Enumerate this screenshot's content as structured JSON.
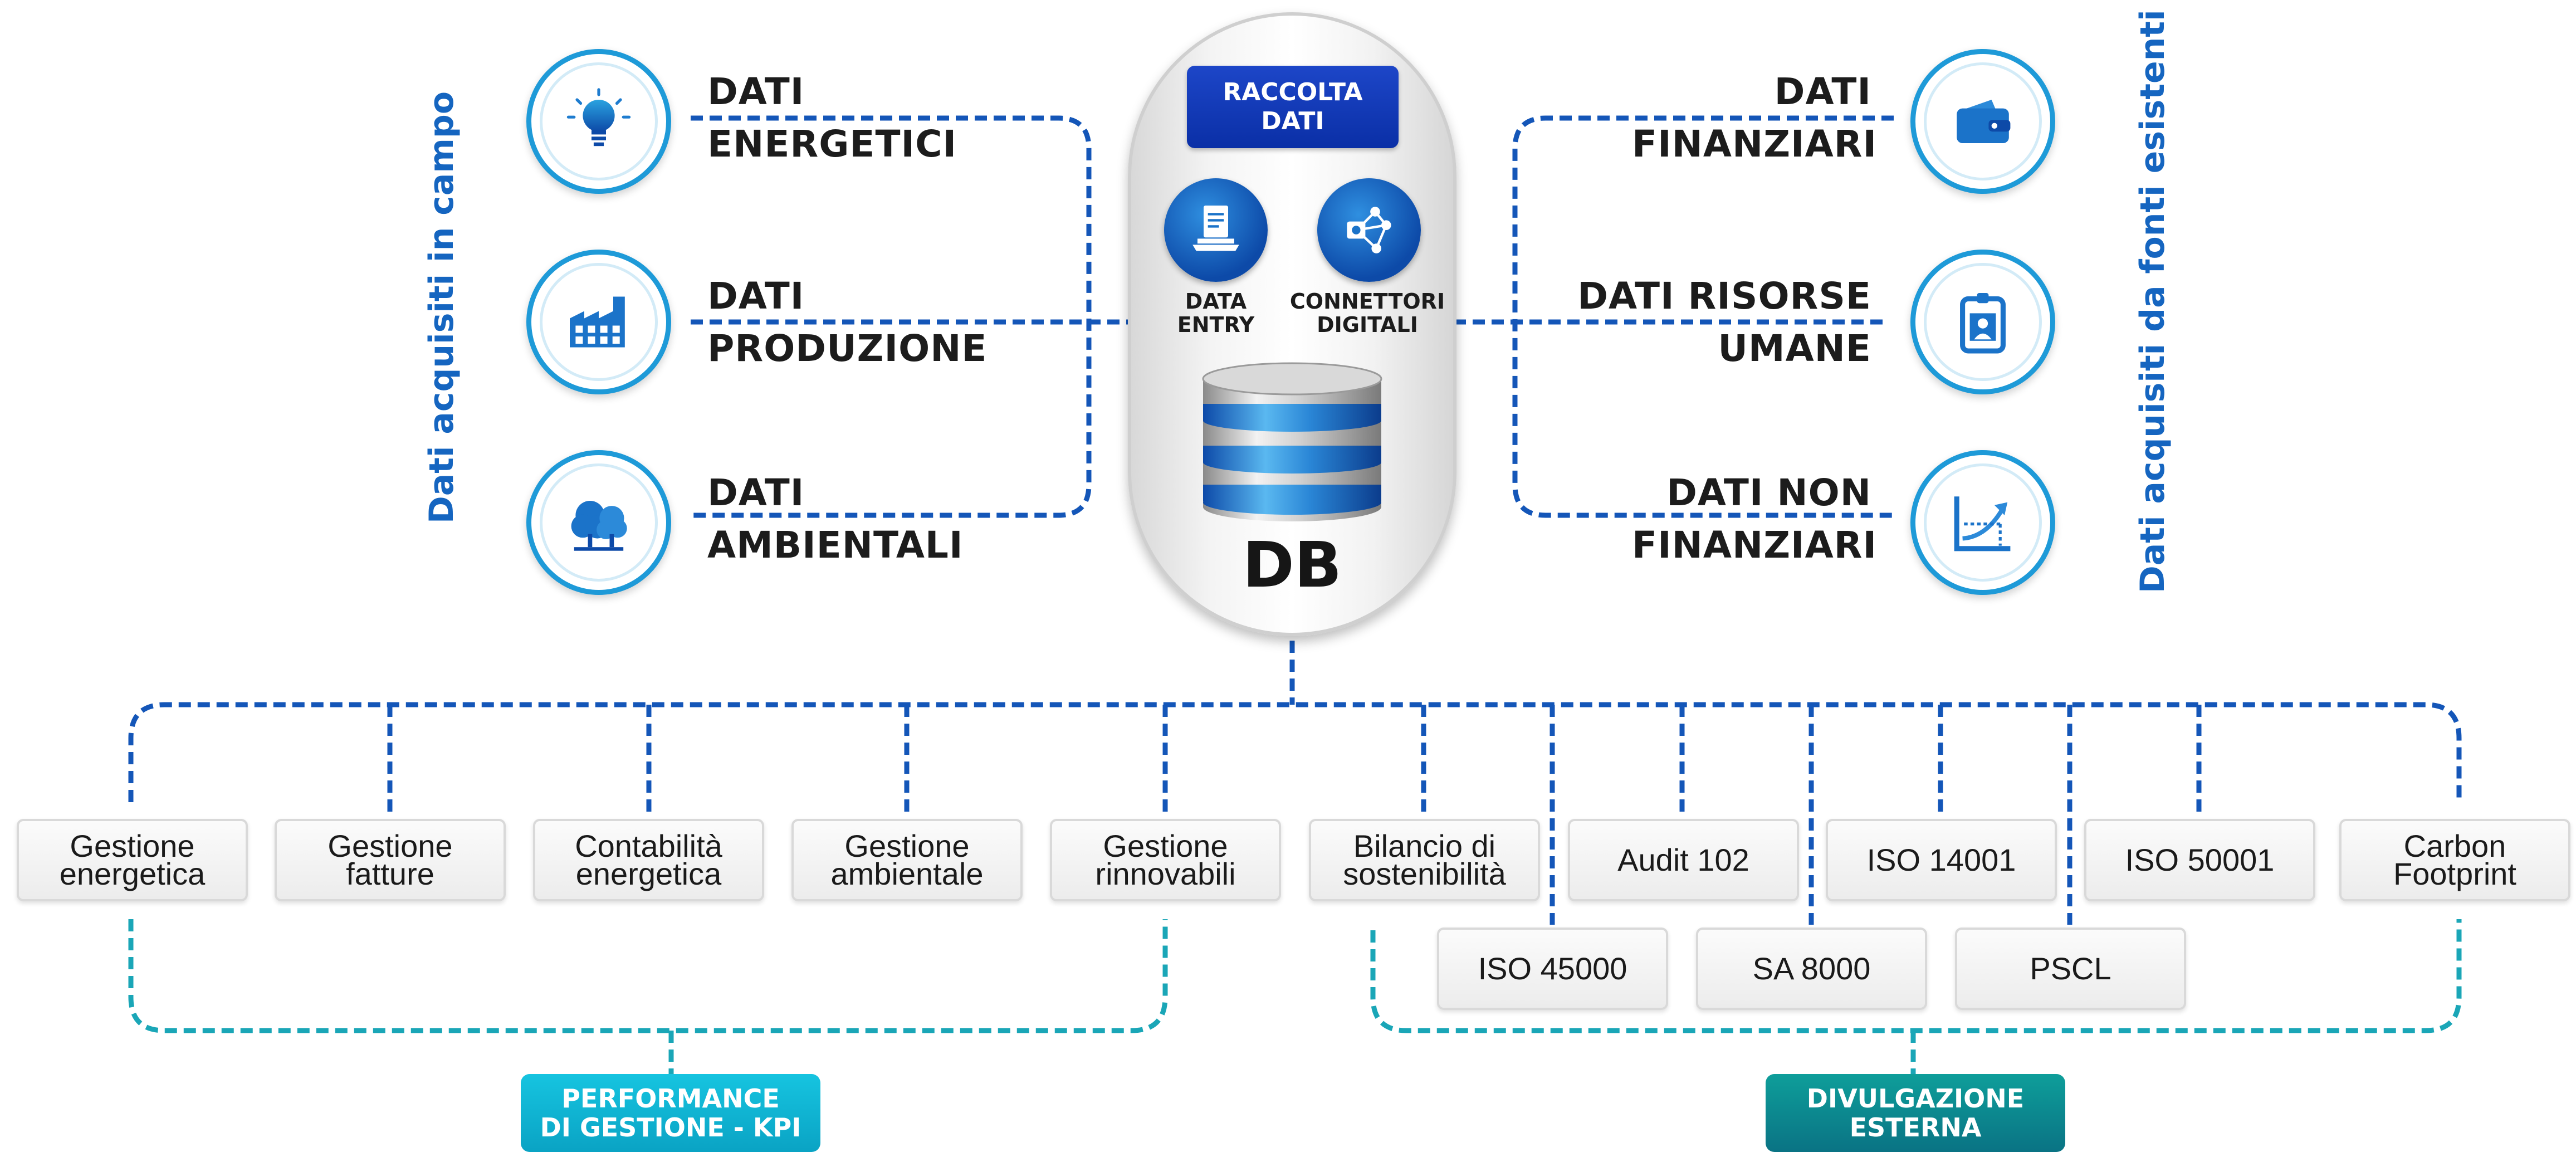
{
  "left_side": {
    "vertical_label": "Dati acquisiti in campo",
    "sources": [
      {
        "line1": "DATI",
        "line2": "ENERGETICI",
        "icon": "lightbulb-icon"
      },
      {
        "line1": "DATI",
        "line2": "PRODUZIONE",
        "icon": "factory-icon"
      },
      {
        "line1": "DATI",
        "line2": "AMBIENTALI",
        "icon": "trees-icon"
      }
    ]
  },
  "right_side": {
    "vertical_label": "Dati acquisiti da fonti esistenti",
    "sources": [
      {
        "line1": "DATI",
        "line2": "FINANZIARI",
        "icon": "wallet-icon"
      },
      {
        "line1": "DATI RISORSE",
        "line2": "UMANE",
        "icon": "id-badge-icon"
      },
      {
        "line1": "DATI NON",
        "line2": "FINANZIARI",
        "icon": "growth-chart-icon"
      }
    ]
  },
  "center": {
    "header_line1": "RACCOLTA",
    "header_line2": "DATI",
    "data_entry": {
      "line1": "DATA",
      "line2": "ENTRY",
      "icon": "document-laptop-icon"
    },
    "connectors": {
      "line1": "CONNETTORI",
      "line2": "DIGITALI",
      "icon": "network-icon"
    },
    "db_icon": "database-icon",
    "db_label": "DB"
  },
  "outputs": {
    "top_row": [
      {
        "line1": "Gestione",
        "line2": "energetica"
      },
      {
        "line1": "Gestione",
        "line2": "fatture"
      },
      {
        "line1": "Contabilità",
        "line2": "energetica"
      },
      {
        "line1": "Gestione",
        "line2": "ambientale"
      },
      {
        "line1": "Gestione",
        "line2": "rinnovabili"
      },
      {
        "line1": "Bilancio di",
        "line2": "sostenibilità"
      },
      {
        "line1": "Audit 102",
        "line2": ""
      },
      {
        "line1": "ISO 14001",
        "line2": ""
      },
      {
        "line1": "ISO 50001",
        "line2": ""
      },
      {
        "line1": "Carbon",
        "line2": "Footprint"
      }
    ],
    "bottom_row": [
      {
        "line1": "ISO 45000"
      },
      {
        "line1": "SA 8000"
      },
      {
        "line1": "PSCL"
      }
    ]
  },
  "groups": {
    "kpi": {
      "line1": "PERFORMANCE",
      "line2": "DI GESTIONE - KPI"
    },
    "external": {
      "line1": "DIVULGAZIONE",
      "line2": "ESTERNA"
    }
  },
  "colors": {
    "dash_blue": "#1456b8",
    "dash_teal": "#1aa6b7",
    "accent_blue": "#1e9ad8",
    "kpi_pill": "#12b8d6",
    "external_pill": "#0c8a8f"
  }
}
